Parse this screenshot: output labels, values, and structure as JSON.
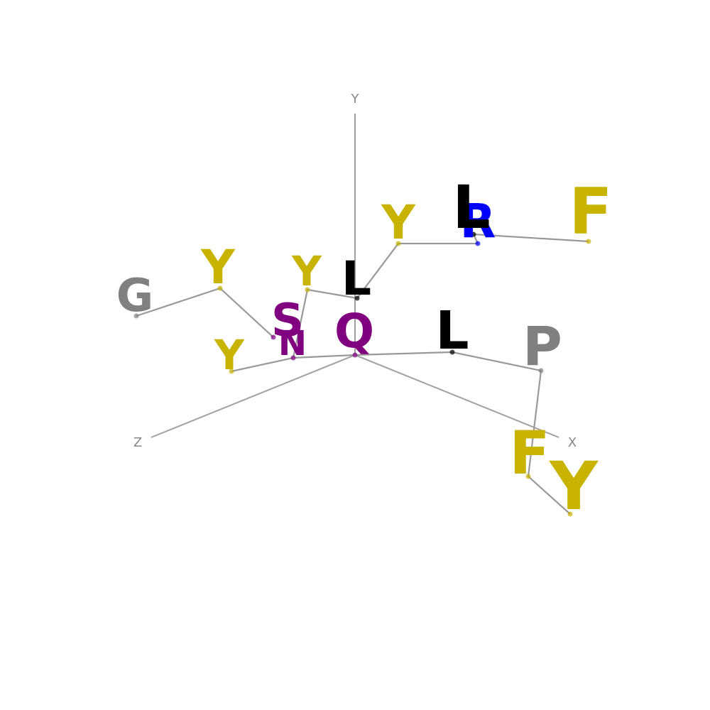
{
  "axes": [
    {
      "label": "Y",
      "color": "#888888"
    },
    {
      "label": "Z",
      "color": "#888888"
    },
    {
      "label": "X",
      "color": "#888888"
    }
  ],
  "residues": [
    {
      "letter": "G",
      "color": "#808080"
    },
    {
      "letter": "Y",
      "color": "#c8b400"
    },
    {
      "letter": "S",
      "color": "#800080"
    },
    {
      "letter": "N",
      "color": "#800080"
    },
    {
      "letter": "Y",
      "color": "#c8b400"
    },
    {
      "letter": "Y",
      "color": "#c8b400"
    },
    {
      "letter": "L",
      "color": "#000000"
    },
    {
      "letter": "Y",
      "color": "#c8b400"
    },
    {
      "letter": "R",
      "color": "#0000ff"
    },
    {
      "letter": "L",
      "color": "#000000"
    },
    {
      "letter": "F",
      "color": "#c8b400"
    },
    {
      "letter": "Q",
      "color": "#800080"
    },
    {
      "letter": "L",
      "color": "#000000"
    },
    {
      "letter": "P",
      "color": "#808080"
    },
    {
      "letter": "F",
      "color": "#c8b400"
    },
    {
      "letter": "Y",
      "color": "#c8b400"
    }
  ]
}
